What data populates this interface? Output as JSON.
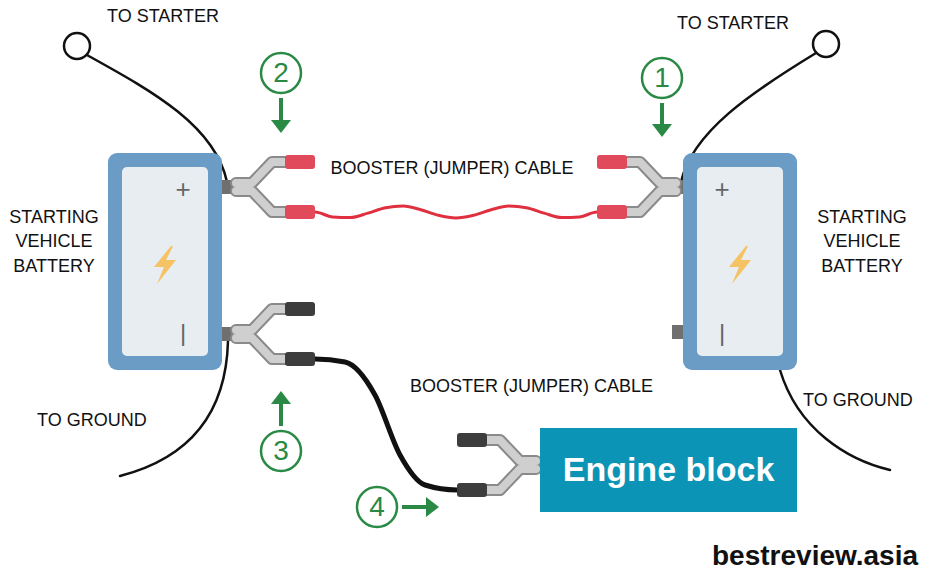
{
  "diagram": {
    "nodes": [
      {
        "text": [
          "STARTING VEHICLE BATTERY",
          "+",
          "|"
        ]
      },
      {
        "text": [
          "STARTING VEHICLE BATTERY",
          "+",
          "|"
        ]
      },
      {
        "text": [
          "Engine block"
        ]
      }
    ],
    "edges": [
      {
        "from": 0,
        "to": 1,
        "label": "BOOSTER (JUMPER) CABLE",
        "arrow": "none"
      },
      {
        "from": 0,
        "to": 2,
        "label": "BOOSTER (JUMPER) CABLE",
        "arrow": "none"
      }
    ],
    "labels": [
      "TO STARTER",
      "2",
      "TO STARTER",
      "1",
      "3",
      "TO GROUND",
      "TO GROUND",
      "4",
      "bestreview.asia"
    ]
  }
}
